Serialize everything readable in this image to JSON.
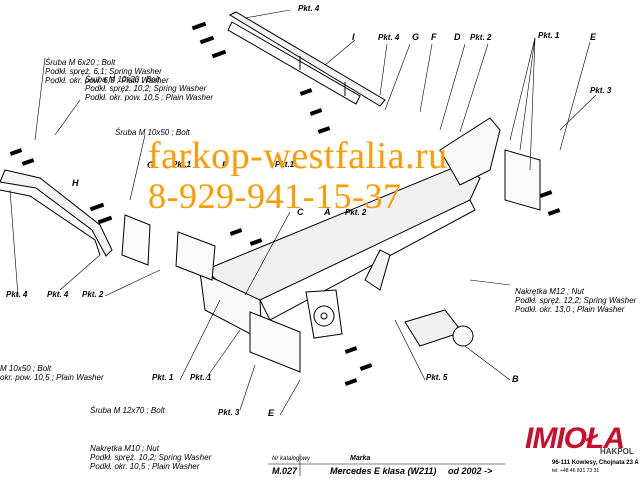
{
  "labels": {
    "bolt_m6": [
      "Śruba M 6x20 ;  Bolt",
      "Podkł. spręż. 6,1; Spring Washer",
      "Podkł. okr. pow. 6,5  ; Plain Washer"
    ],
    "bolt_m10_30": [
      "Śruba M 10x30 ;  Bolt",
      "Podkł. spręż. 10,2; Spring Washer",
      "Podkł. okr. pow. 10,5  ; Plain Washer"
    ],
    "bolt_m10_50_a": "Śruba M 10x50 ;  Bolt",
    "bolt_m10_50_b": [
      "M 10x50 ;  Bolt",
      "okr. pow. 10,5  ; Plain Washer"
    ],
    "bolt_m12": "Śruba M 12x70 ;  Bolt",
    "nut_m12": [
      "Nakrętka  M12 ; Nut",
      "Podkł. spręż. 12,2; Spring Washer",
      "Podkł. okr. 13,0  ; Plain Washer"
    ],
    "nut_m10": [
      "Nakrętka  M10 ; Nut",
      "Podkł. spręż. 10,2; Spring Washer",
      "Podkł. okr. 10,5  ; Plain Washer"
    ]
  },
  "pkts": {
    "p4_top": "Pkt. 4",
    "p4_mid": "Pkt. 4",
    "p2_top": "Pkt. 2",
    "p1_top": "Pkt. 1",
    "p3_right": "Pkt. 3",
    "p1_left": "Pkt.1",
    "p1_mid": "Pkt.1",
    "p2_mid": "Pkt. 2",
    "p4_l1": "Pkt. 4",
    "p4_l2": "Pkt. 4",
    "p2_l": "Pkt. 2",
    "p1_b1": "Pkt. 1",
    "p1_b2": "Pkt. 1",
    "p5": "Pkt. 5",
    "p3_b": "Pkt. 3"
  },
  "letters": {
    "I": "I",
    "G": "G",
    "F": "F",
    "D": "D",
    "E": "E",
    "H": "H",
    "G2": "G",
    "F2": "F",
    "C": "C",
    "A": "A",
    "B": "B",
    "E2": "E"
  },
  "watermark": {
    "site": "farkop-westfalia.ru",
    "phone": "8-929-941-15-37"
  },
  "titleblock": {
    "nr_label": "Nr katalogowy",
    "marka_label": "Marka",
    "catalog": "M.027",
    "vehicle": "Mercedes E klasa (W211)",
    "from": "od  2002 ->"
  },
  "brand": {
    "logo": "IMIOŁA",
    "sub": "HAKPOL",
    "address": "96-111 Kowiesy, Chojnata 23 A",
    "tel": "tel. +48 46 831 73 31",
    "logo_color": "#c8102e"
  },
  "colors": {
    "watermark": "#ff9b00",
    "line": "#000000"
  }
}
